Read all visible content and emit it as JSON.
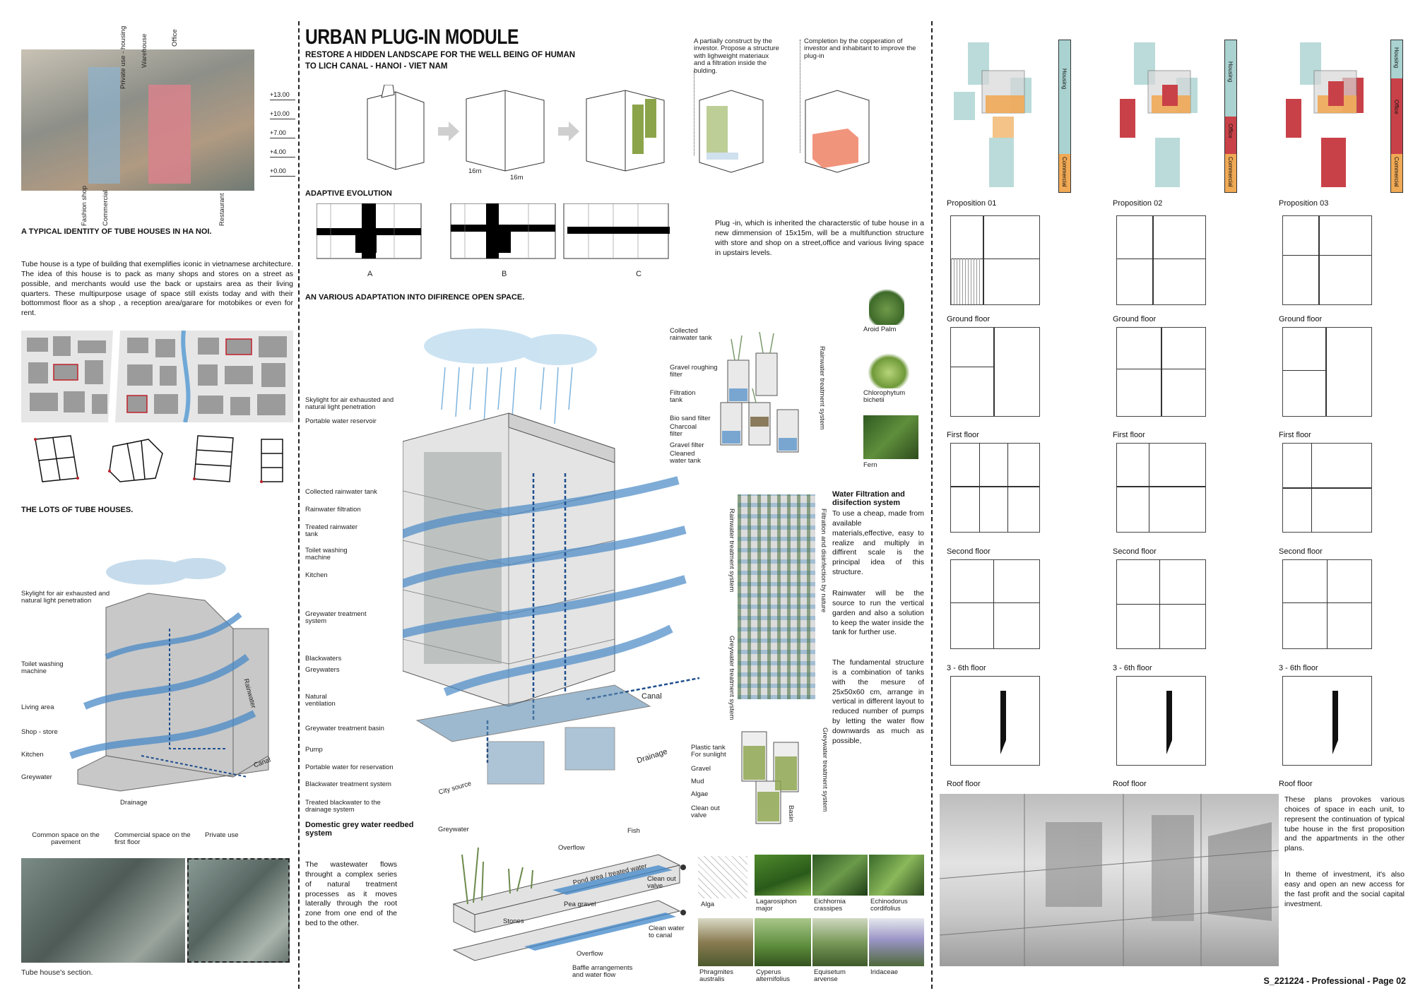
{
  "title": "URBAN PLUG-IN  MODULE",
  "subtitle_1": "RESTORE A HIDDEN LANDSCAPE FOR THE WELL BEING OF HUMAN",
  "subtitle_2": "TO LICH CANAL - HANOI - VIET NAM",
  "tube_photo": {
    "top_labels": [
      "Office",
      "Warehouse",
      "Private use - housing"
    ],
    "bottom_labels": [
      "Fashion shop",
      "Commercial",
      "Restaurant"
    ],
    "levels": [
      "+13.00",
      "+10.00",
      "+7.00",
      "+4.00",
      "+0.00"
    ]
  },
  "identity_heading": "A TYPICAL IDENTITY OF TUBE HOUSES IN HA NOI.",
  "identity_text": "Tube house is a type of building that exemplifies iconic in vietnamese architecture. The idea of this house is to pack as many shops and stores on a street as possible, and merchants would use the back or upstairs area as their living quarters. These multipurpose usage of space still exists today and with their bottommost floor as a shop , a reception area/garare for motobikes or even for rent.",
  "lots_heading": "THE LOTS OF TUBE HOUSES.",
  "section_left": {
    "labels": [
      "Skylight for air exhausted and natural light penetration",
      "Toilet washing machine",
      "Living area",
      "Shop - store",
      "Kitchen",
      "Greywater",
      "Common space on the pavement",
      "Commercial space on the first floor",
      "Private use",
      "Rainwater",
      "Canal",
      "Drainage"
    ],
    "caption": "Tube house's section."
  },
  "evolution": {
    "dim_a": "16m",
    "dim_b": "16m",
    "note_investor": "A partially construct by the investor. Propose a structure with lighweight materiaux and a filtration inside the bulding.",
    "note_completion": "Completion by the copperation of investor and inhabitant to improve the plug-in",
    "heading": "ADAPTIVE EVOLUTION",
    "variants": [
      "A",
      "B",
      "C"
    ],
    "plugin_text": "Plug -in, which is inherited the characterstic of tube house in a new dimmension of 15x15m, will be a multifunction structure with store and shop on a street,office and various living space in upstairs levels.",
    "open_space_heading": "AN VARIOUS ADAPTATION INTO DIFIRENCE OPEN SPACE."
  },
  "axon": {
    "labels": [
      "Skylight for air exhausted and natural light penetration",
      "Portable water reservoir",
      "Collected rainwater tank",
      "Rainwater filtration",
      "Treated rainwater tank",
      "Toilet washing machine",
      "Kitchen",
      "Greywater treatment system",
      "Blackwaters",
      "Greywaters",
      "Natural ventilation",
      "Greywater treatment basin",
      "Pump",
      "Portable water for reservation",
      "Blackwater treatment system",
      "Treated blackwater to the drainage system"
    ],
    "inline": [
      "Canal",
      "Drainage",
      "City source",
      "Rainwater treatment system",
      "Greywater treatment system"
    ]
  },
  "rain_tank": {
    "labels": [
      "Collected rainwater tank",
      "Gravel roughing filter",
      "Filtration tank",
      "Bio sand filter",
      "Charcoal filter",
      "Gravel filter",
      "Cleaned water tank"
    ],
    "vertical": "Rainwater treatment system"
  },
  "plants_top": [
    "Aroid Palm",
    "Chlorophytum bichetii",
    "Fern"
  ],
  "facade_vertical": "Filtration and disinfection by nature",
  "water_heading": "Water Filtration and disifection system",
  "water_text_1": "To use a cheap, made from available materials,effective, easy to realize and multiply in diffirent scale is the principal idea of this structure.",
  "water_text_2": "Rainwater will be the source to run the vertical garden and also a solution to keep the water inside the tank for further use.",
  "water_text_3": "The fundamental structure is a combination of tanks with the mesure of 25x50x60 cm, arrange in vertical in different layout to reduced number of pumps by letting the water flow downwards as much as possible,",
  "grey_tank": {
    "labels": [
      "Plastic tank For sunlight",
      "Gravel",
      "Mud",
      "Algae",
      "Clean out valve"
    ],
    "vertical": "Greywater treatment system",
    "basin": "Basin"
  },
  "reedbed": {
    "heading": "Domestic grey water reedbed system",
    "text": "The wastewater flows throught a complex series of natural treatment processes as it moves laterally through the root zone from one end of the bed to the other.",
    "labels": [
      "Greywater",
      "Fish",
      "Overflow",
      "Pond area / treated water",
      "Clean out valve",
      "Pea gravel",
      "Stones",
      "Overflow",
      "Clean water to canal",
      "Baffle arrangements and water flow"
    ]
  },
  "plants_bottom": [
    "Alga",
    "Lagarosiphon major",
    "Eichhornia crassipes",
    "Echinodorus cordifolius",
    "Phragmites australis",
    "Cyperus alternifolius",
    "Equisetum arvense",
    "Iridaceae"
  ],
  "propositions": [
    {
      "name": "Proposition 01",
      "bars": [
        "Housing",
        "Commercial"
      ]
    },
    {
      "name": "Proposition 02",
      "bars": [
        "Housing",
        "Office",
        "Commercial"
      ]
    },
    {
      "name": "Proposition 03",
      "bars": [
        "Housing",
        "Office",
        "Commercial"
      ]
    }
  ],
  "floors": [
    "Ground floor",
    "First floor",
    "Second floor",
    "3 - 6th floor",
    "Roof floor"
  ],
  "plans_text_1": "These plans provokes various choices of space in each unit, to represent the continuation of typical tube house in the first proposition and the appartments in the other plans.",
  "plans_text_2": "In theme of investment, it's also easy and open an new access for the fast profit and the social capital investment.",
  "footer": "S_221224 - Professional - Page 02",
  "colors": {
    "housing": "#a9d2d0",
    "office": "#c94148",
    "commercial": "#f0a955",
    "water": "#2f7fc1",
    "plant": "#8ba44a"
  }
}
